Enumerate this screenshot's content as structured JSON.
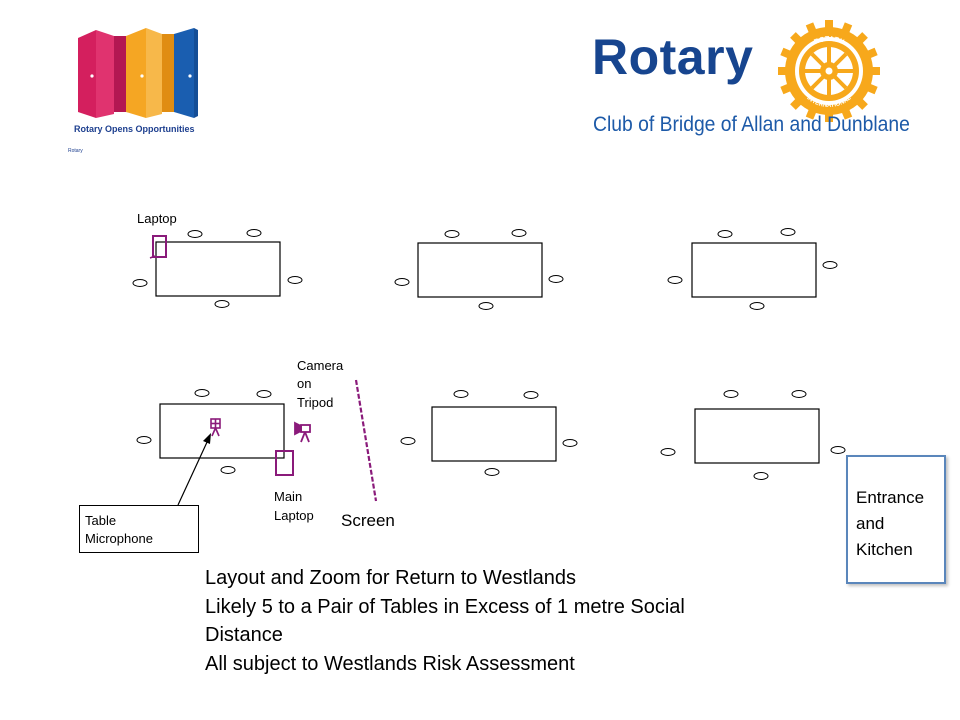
{
  "logos": {
    "roo_tagline": "Rotary Opens Opportunities",
    "roo_mini_text": "Rotary",
    "rotary_wordmark": "Rotary",
    "wheel_ring_top": "ROTARY",
    "wheel_ring_bottom": "INTERNATIONAL",
    "club_name": "Club of Bridge of Allan and Dunblane",
    "colors": {
      "door_pink": "#d41f5e",
      "door_orange": "#f5a623",
      "door_blue": "#1a5eb0",
      "rotary_blue": "#17458f",
      "rotary_gold": "#f7a81b"
    }
  },
  "labels": {
    "laptop": "Laptop",
    "camera_line1": "Camera",
    "camera_line2": "on",
    "camera_line3": "Tripod",
    "main_laptop_line1": "Main",
    "main_laptop_line2": "Laptop",
    "table_microphone_line1": "Table",
    "table_microphone_line2": "Microphone",
    "screen": "Screen"
  },
  "entrance": {
    "line1": "Entrance",
    "line2": "and",
    "line3": "Kitchen"
  },
  "notes": [
    "Layout and Zoom for Return to Westlands",
    "Likely 5 to a Pair of Tables in Excess of 1 metre Social",
    "Distance",
    "All subject to Westlands Risk Assessment"
  ],
  "colors": {
    "equipment_purple": "#8a1a7a",
    "entrance_border": "#5a86bb"
  }
}
